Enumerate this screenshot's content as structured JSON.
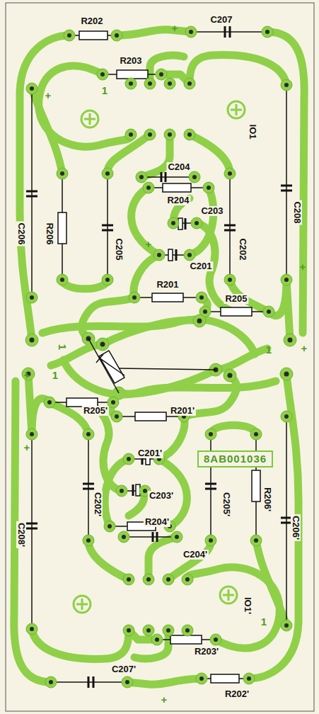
{
  "diagram": {
    "nodes": [
      {
        "text": [
          "8AB001036"
        ]
      }
    ],
    "labels": [
      "R202",
      "+",
      "C207",
      "R203",
      "1",
      "+",
      "IO1",
      "C204",
      "R204",
      "C203",
      "C206",
      "R206",
      "C205",
      "C202",
      "C208",
      "+",
      "C201",
      "+",
      "R201",
      "R205",
      "1",
      "1",
      "+",
      "+",
      "1",
      "R205'",
      "R201'",
      "C201'",
      "C202'",
      "C203'",
      "R204'",
      "C204'",
      "C205'",
      "R206'",
      "C206'",
      "C208'",
      "+",
      "IO1'",
      "1",
      "R203'",
      "C207'",
      "+",
      "R202'"
    ]
  }
}
